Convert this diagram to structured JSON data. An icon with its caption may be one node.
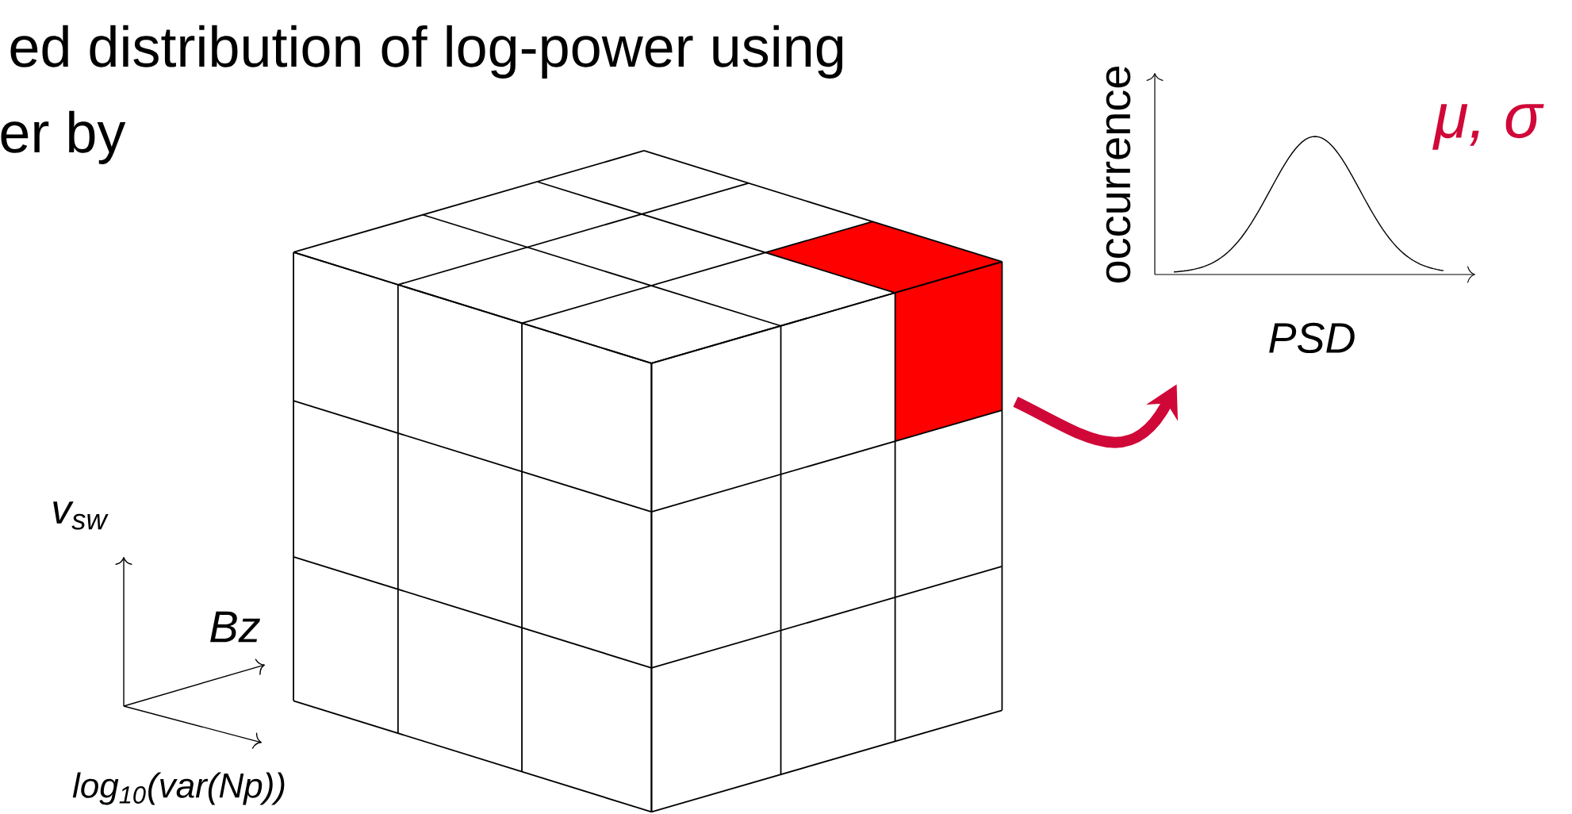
{
  "diagram": {
    "nodes": [
      {
        "text": [],
        "shape": "box"
      },
      {
        "text": [
          "occurrence",
          "PSD"
        ]
      }
    ],
    "edges": [
      {
        "from": 0,
        "to": 1,
        "arrow": "to",
        "color": "#d00838"
      }
    ],
    "labels": [
      "ed distribution of log-power using",
      "er by",
      "μ, σ",
      "v$_{sw}$",
      "Bz",
      "log$_{10}$(var(Np))"
    ]
  }
}
